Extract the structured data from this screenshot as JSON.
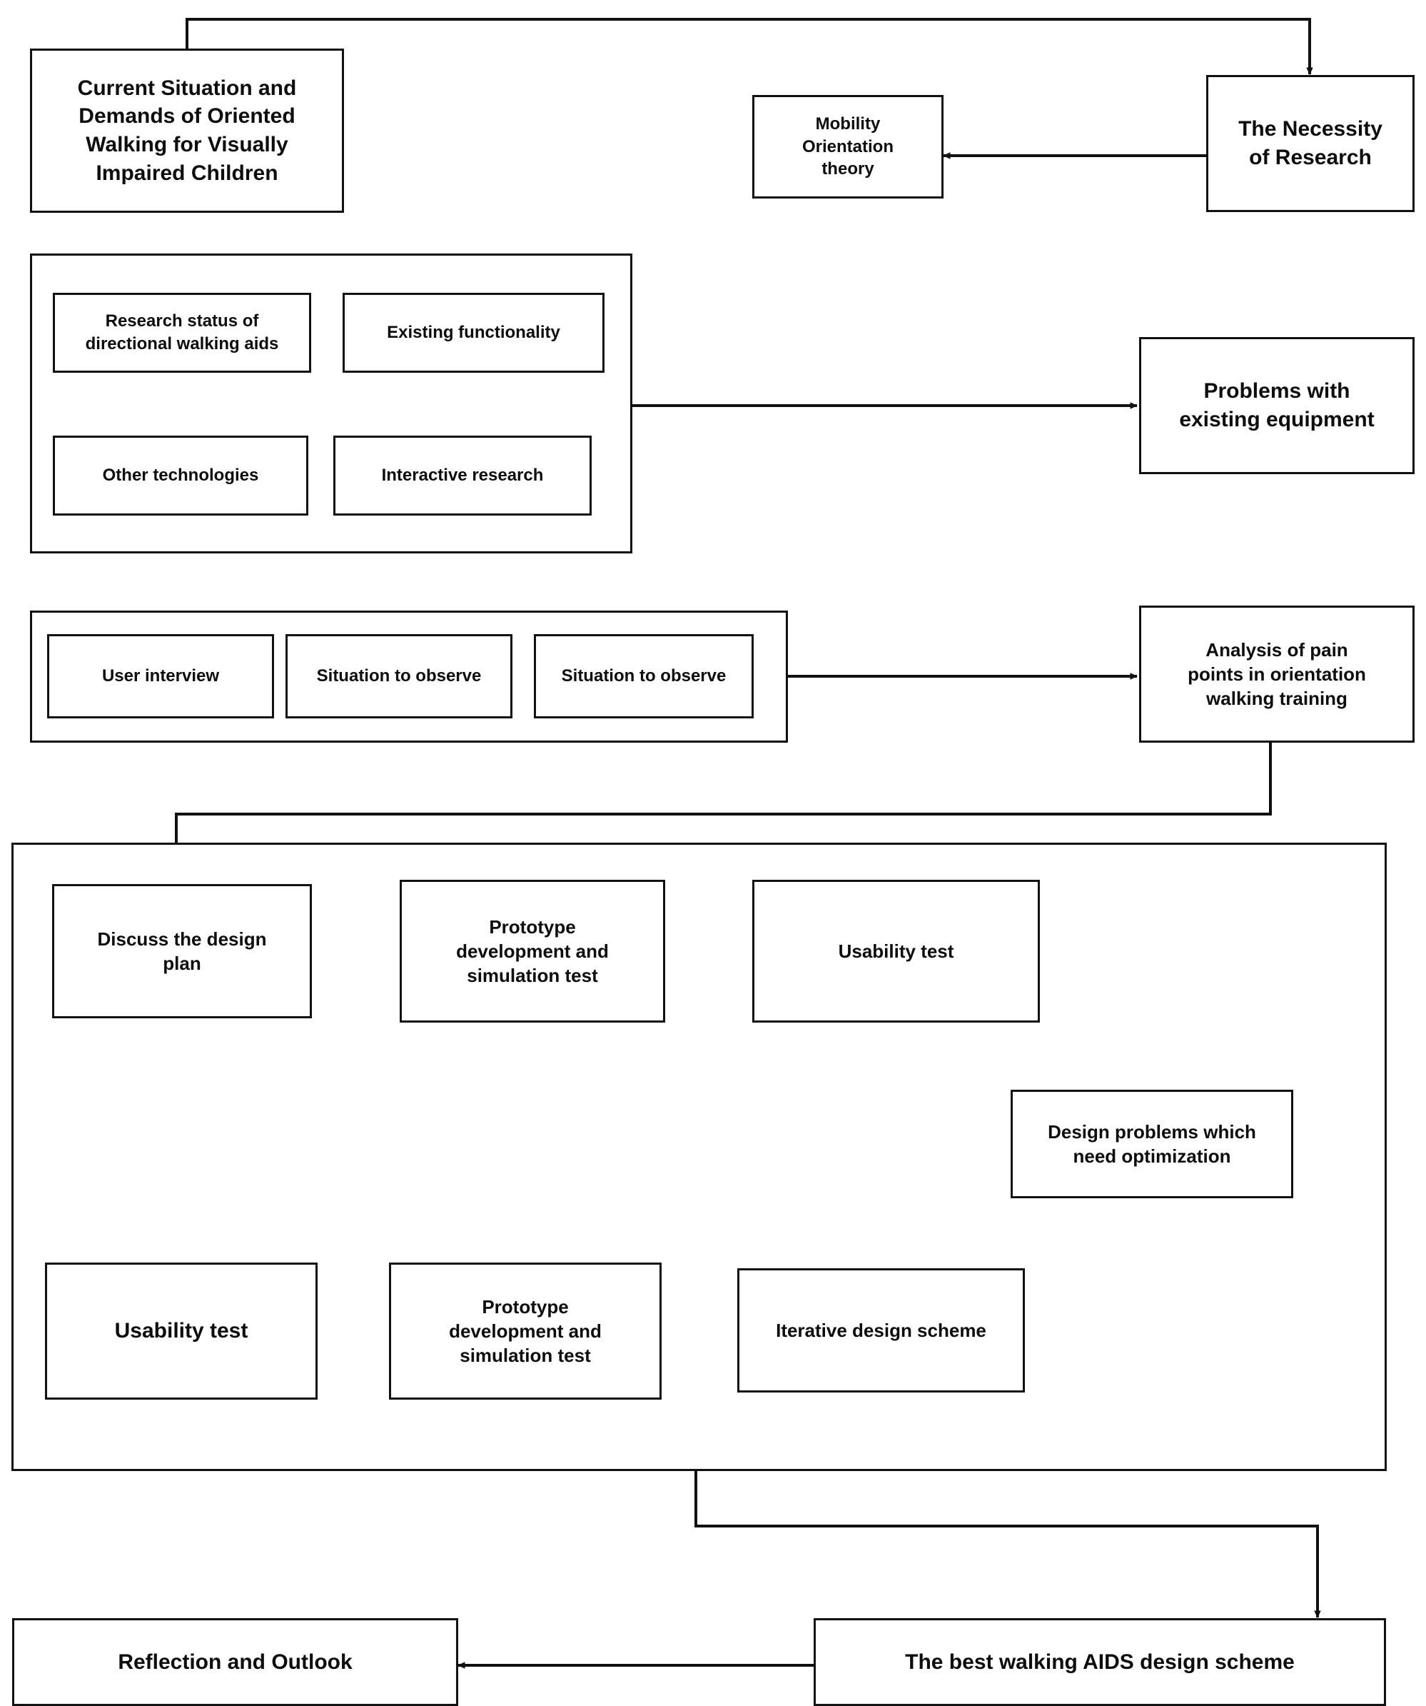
{
  "diagram": {
    "title": "Research design flowchart for orientation walking aids for visually impaired children",
    "line_color": "#111111",
    "background_color": "#ffffff",
    "text_color": "#0d0d0d"
  },
  "nodes": {
    "current_situation": "Current Situation and\nDemands of Oriented\nWalking for Visually\nImpaired Children",
    "mobility_theory": "Mobility\nOrientation\ntheory",
    "necessity_of_research": "The Necessity\nof Research",
    "research_status": "Research status of\ndirectional walking aids",
    "existing_functionality": "Existing functionality",
    "other_technologies": "Other technologies",
    "interactive_research": "Interactive research",
    "problems_existing_equipment": "Problems with\nexisting equipment",
    "user_interview": "User interview",
    "situation_to_observe_1": "Situation to observe",
    "situation_to_observe_2": "Situation to observe",
    "analysis_pain_points": "Analysis of pain\npoints in orientation\nwalking training",
    "discuss_design_plan": "Discuss the design\nplan",
    "prototype_dev_1": "Prototype\ndevelopment and\nsimulation  test",
    "usability_test_1": "Usability test",
    "design_problems": "Design problems  which\nneed optimization",
    "iterative_design_scheme": "Iterative design scheme",
    "prototype_dev_2": "Prototype\ndevelopment and\nsimulation test",
    "usability_test_2": "Usability test",
    "best_scheme": "The best walking AIDS design scheme",
    "reflection_outlook": "Reflection and Outlook"
  },
  "chart_data": {
    "type": "diagram",
    "subtype": "flowchart",
    "title": "Research design flowchart",
    "nodes": [
      {
        "id": "current_situation",
        "label": "Current Situation and Demands of Oriented Walking for Visually Impaired Children"
      },
      {
        "id": "mobility_theory",
        "label": "Mobility Orientation theory"
      },
      {
        "id": "necessity_of_research",
        "label": "The Necessity of Research"
      },
      {
        "id": "literature_group",
        "label": "",
        "type": "container",
        "children": [
          "research_status",
          "existing_functionality",
          "other_technologies",
          "interactive_research"
        ]
      },
      {
        "id": "research_status",
        "label": "Research status of directional walking aids"
      },
      {
        "id": "existing_functionality",
        "label": "Existing functionality"
      },
      {
        "id": "other_technologies",
        "label": "Other technologies"
      },
      {
        "id": "interactive_research",
        "label": "Interactive research"
      },
      {
        "id": "problems_existing_equipment",
        "label": "Problems with existing equipment"
      },
      {
        "id": "field_group",
        "label": "",
        "type": "container",
        "children": [
          "user_interview",
          "situation_to_observe_1",
          "situation_to_observe_2"
        ]
      },
      {
        "id": "user_interview",
        "label": "User interview"
      },
      {
        "id": "situation_to_observe_1",
        "label": "Situation to observe"
      },
      {
        "id": "situation_to_observe_2",
        "label": "Situation to observe"
      },
      {
        "id": "analysis_pain_points",
        "label": "Analysis of pain points in orientation walking training"
      },
      {
        "id": "design_group",
        "label": "",
        "type": "container",
        "children": [
          "discuss_design_plan",
          "prototype_dev_1",
          "usability_test_1",
          "design_problems",
          "iterative_design_scheme",
          "prototype_dev_2",
          "usability_test_2"
        ]
      },
      {
        "id": "discuss_design_plan",
        "label": "Discuss the design plan"
      },
      {
        "id": "prototype_dev_1",
        "label": "Prototype development and simulation test"
      },
      {
        "id": "usability_test_1",
        "label": "Usability test"
      },
      {
        "id": "design_problems",
        "label": "Design problems which need optimization"
      },
      {
        "id": "iterative_design_scheme",
        "label": "Iterative design scheme"
      },
      {
        "id": "prototype_dev_2",
        "label": "Prototype development and simulation test"
      },
      {
        "id": "usability_test_2",
        "label": "Usability test"
      },
      {
        "id": "best_scheme",
        "label": "The best walking AIDS design scheme"
      },
      {
        "id": "reflection_outlook",
        "label": "Reflection and Outlook"
      }
    ],
    "edges": [
      {
        "from": "current_situation",
        "to": "necessity_of_research",
        "arrow": true
      },
      {
        "from": "necessity_of_research",
        "to": "mobility_theory",
        "arrow": true
      },
      {
        "from": "literature_group",
        "to": "problems_existing_equipment",
        "arrow": true
      },
      {
        "from": "field_group",
        "to": "analysis_pain_points",
        "arrow": true
      },
      {
        "from": "analysis_pain_points",
        "to": "discuss_design_plan",
        "arrow": true
      },
      {
        "from": "discuss_design_plan",
        "to": "prototype_dev_1",
        "arrow": true
      },
      {
        "from": "prototype_dev_1",
        "to": "usability_test_1",
        "arrow": true
      },
      {
        "from": "usability_test_1",
        "to": "design_problems",
        "arrow": true
      },
      {
        "from": "design_problems",
        "to": "iterative_design_scheme",
        "arrow": true
      },
      {
        "from": "iterative_design_scheme",
        "to": "prototype_dev_2",
        "arrow": true
      },
      {
        "from": "prototype_dev_2",
        "to": "usability_test_2",
        "arrow": true
      },
      {
        "from": "design_problems",
        "to": "usability_test_2",
        "arrow": true,
        "note": "feedback loop left"
      },
      {
        "from": "design_group",
        "to": "best_scheme",
        "arrow": true
      },
      {
        "from": "best_scheme",
        "to": "reflection_outlook",
        "arrow": true
      }
    ]
  }
}
